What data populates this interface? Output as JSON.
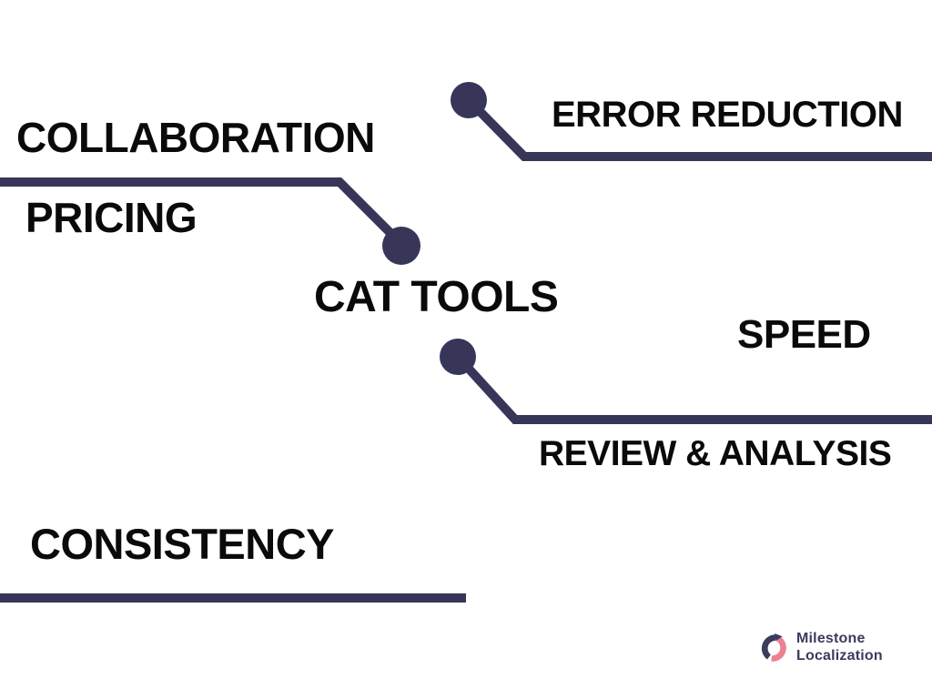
{
  "diagram": {
    "center_label": "CAT TOOLS",
    "labels": {
      "collaboration": "COLLABORATION",
      "pricing": "PRICING",
      "error_reduction": "ERROR REDUCTION",
      "speed": "SPEED",
      "review_analysis": "REVIEW & ANALYSIS",
      "consistency": "CONSISTENCY"
    }
  },
  "logo": {
    "line1": "Milestone",
    "line2": "Localization"
  },
  "colors": {
    "background": "#ffffff",
    "text": "#0a0a0a",
    "connector": "#373659",
    "logo_navy": "#3b3b5e",
    "logo_pink": "#ee8191"
  }
}
